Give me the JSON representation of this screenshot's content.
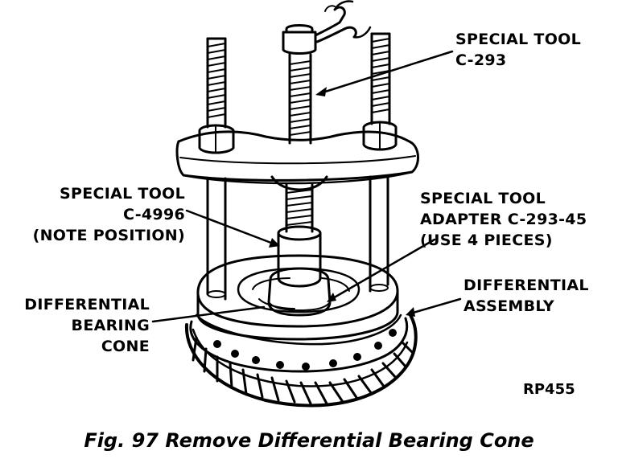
{
  "labels": {
    "special_tool_c293": [
      "SPECIAL TOOL",
      "C-293"
    ],
    "special_tool_c4996": [
      "SPECIAL TOOL",
      "C-4996",
      "(NOTE POSITION)"
    ],
    "special_tool_adapter": [
      "SPECIAL TOOL",
      "ADAPTER C-293-45",
      "(USE 4 PIECES)"
    ],
    "differential_assembly": [
      "DIFFERENTIAL",
      "ASSEMBLY"
    ],
    "differential_bearing_cone": [
      "DIFFERENTIAL",
      "BEARING",
      "CONE"
    ]
  },
  "figure_code": "RP455",
  "caption": "Fig. 97 Remove Differential Bearing Cone"
}
